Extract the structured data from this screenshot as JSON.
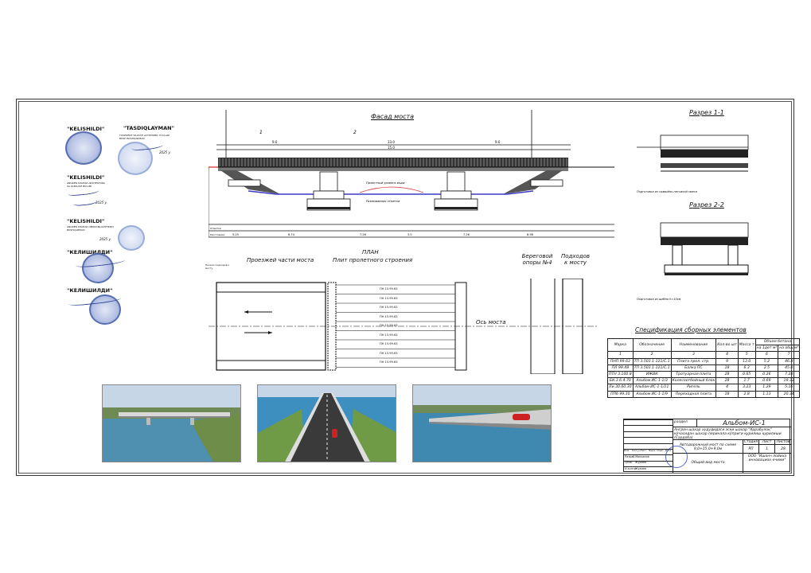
{
  "stamps": [
    {
      "heading": "\"KELISHILDI\""
    },
    {
      "heading": "\"TASDIQLAYMAN\"",
      "sub": "TOSHKENT VILOYATI AVTOMOBIL YO'LLARI BOSH BOSHQARMASI",
      "date": "2025 y."
    },
    {
      "heading": "\"KELISHILDI\"",
      "sub": "ANGREN SHAHAR ARXITEKTURA VA QURILISH BO'LIMI",
      "date": "2025 y."
    },
    {
      "heading": "\"KELISHILDI\"",
      "sub": "ANGREN SHAHAR OBODONLASHTIRISH BOSHQARMASI",
      "date": "2025 y."
    },
    {
      "heading": "\"КЕЛИШИЛДИ\""
    },
    {
      "heading": "\"КЕЛИШИЛДИ\""
    }
  ],
  "facade": {
    "title": "Фасад моста",
    "section1": "1",
    "section2": "2",
    "water_level": "Проектный уровень воды",
    "bed_label": "Размываемая отметка",
    "spans": [
      "9.0",
      "15.0",
      "9.0"
    ],
    "total": "33.0",
    "grade_row": "Отметки",
    "dist_row": "Расстояния",
    "distances": [
      "5.25",
      "6.74",
      "7.26",
      "3.5",
      "7.26",
      "6.98"
    ]
  },
  "sections": {
    "s1": "Разрез 1-1",
    "s2": "Разрез 2-2",
    "note1": "Подготовка из гравийно-песчаной смеси",
    "note2": "Подготовка из щебня h=10см"
  },
  "plan": {
    "title": "ПЛАН",
    "left": "Проезжей части моста",
    "middle": "Плит пролетного строения",
    "right1": "Береговой опоры №4",
    "right2": "Подходов к мосту",
    "axis": "Ось моста",
    "slab_label": "ПН 15.99.63",
    "note": "Начало подходов к мосту"
  },
  "spec": {
    "title": "Спецификация сборных элементов",
    "headers": {
      "mark": "Марка",
      "code": "Обозначение",
      "name": "Наименование",
      "qty": "Кол-во шт",
      "mass": "Масса т",
      "conc": "Объем бетона",
      "per": "на 1дет м³",
      "total": "на общ м³"
    },
    "nums": [
      "1",
      "2",
      "3",
      "4",
      "5",
      "6",
      "7"
    ],
    "rows": [
      [
        "ПНП 99.63",
        "ТП 3.503.1-121/С.1",
        "Плита прол. стр.",
        "9",
        "13.0",
        "5.2",
        "46.8"
      ],
      [
        "ПЛ 99.48",
        "ТП 3.503.1-121/С.1",
        "Балка ПС",
        "18",
        "6.3",
        "2.5",
        "45.0"
      ],
      [
        "ПТН 3.100.8",
        "ИЖВК",
        "Тротуарная плита",
        "28",
        "0.65",
        "0.26",
        "7.28"
      ],
      [
        "БК.3.6.4.70",
        "Альбом ИС-1-1/3",
        "Колесоотбойный блок",
        "28",
        "1.7",
        "0.69",
        "19.32"
      ],
      [
        "Ли.30.60.30",
        "Альбом ИС-1-1/11",
        "Ригель",
        "4",
        "3.23",
        "1.29",
        "5.16"
      ],
      [
        "ППб 99.30",
        "Альбом ИС-1-1/9",
        "Переходная плита",
        "18",
        "2.8",
        "1.13",
        "20.34"
      ]
    ]
  },
  "title_block": {
    "code": "Альбом-ИС-1",
    "project": "Ангрен шахар худудидаги эски шахар \"Қорабулоқ\" кўчасидан шахар перинала кўприги қурилиш қурилиши (Сардоба)",
    "object": "Автодорожный мост по схеме 9,0+15,0+9,0м",
    "sheet_name": "Общий вид моста",
    "stage_h": "Стадия",
    "sheet_h": "Лист",
    "sheets_h": "Листов",
    "stage": "РП",
    "sheet": "1",
    "sheets": "28",
    "org": "ООО \"Ишонч лойиха инновацион ечими\"",
    "roles": [
      "Разраб.",
      "Пров.",
      "Н.контр."
    ],
    "names": [
      "Махкамов",
      "Жураев",
      "Жураев"
    ],
    "cols": [
      "Изм.",
      "Кол.уч",
      "Лист",
      "№док",
      "Подп.",
      "Дата"
    ],
    "razdel": "раздел"
  },
  "colors": {
    "water": "#3f6fb8",
    "grass": "#5c8a3a",
    "sky": "#b9cde0"
  }
}
